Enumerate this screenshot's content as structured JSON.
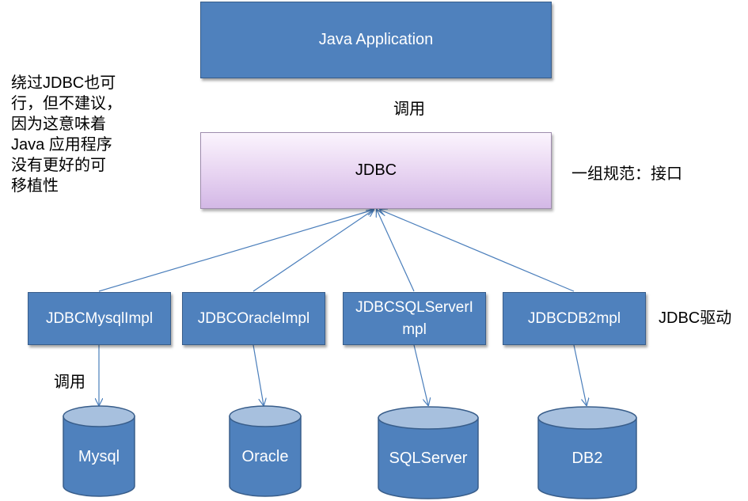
{
  "app": {
    "title": "Java Application"
  },
  "jdbc": {
    "title": "JDBC"
  },
  "labels": {
    "call_top": "调用",
    "interface_note": "一组规范：接口",
    "driver_note": "JDBC驱动",
    "call_bottom": "调用",
    "bypass_note": [
      "绕过JDBC也可",
      "行，但不建议，",
      "因为这意味着",
      "Java 应用程序",
      "没有更好的可",
      "移植性"
    ]
  },
  "drivers": [
    {
      "label": "JDBCMysqlImpl"
    },
    {
      "label": "JDBCOracleImpl"
    },
    {
      "label": "JDBCSQLServerImpl"
    },
    {
      "label": "JDBCDB2mpl"
    }
  ],
  "databases": [
    {
      "label": "Mysql"
    },
    {
      "label": "Oracle"
    },
    {
      "label": "SQLServer"
    },
    {
      "label": "DB2"
    }
  ],
  "colors": {
    "box_fill": "#4f81bd",
    "box_border": "#385d8a",
    "cylinder_top": "#a7c0de",
    "arrow": "#4a7ebb"
  }
}
